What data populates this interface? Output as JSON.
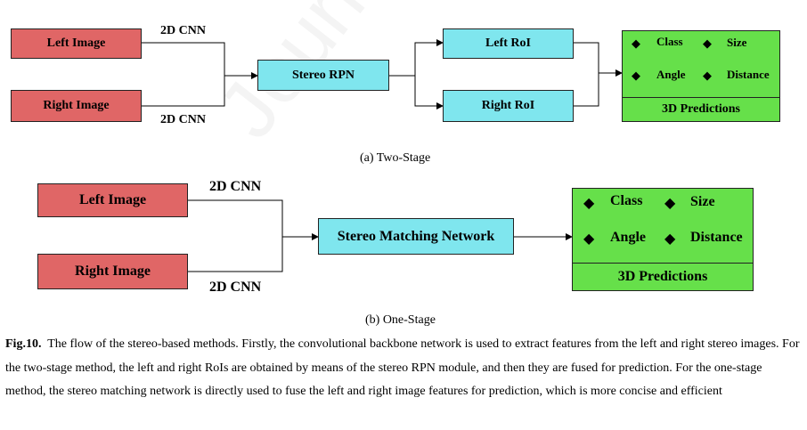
{
  "watermark": "Journal Pre",
  "two_stage": {
    "left_image": "Left Image",
    "right_image": "Right Image",
    "cnn_top": "2D CNN",
    "cnn_bottom": "2D CNN",
    "rpn": "Stereo RPN",
    "left_roi": "Left RoI",
    "right_roi": "Right RoI",
    "predictions": {
      "class": "Class",
      "size": "Size",
      "angle": "Angle",
      "distance": "Distance",
      "footer": "3D Predictions",
      "bullet": "◆"
    },
    "caption": "(a) Two-Stage"
  },
  "one_stage": {
    "left_image": "Left Image",
    "right_image": "Right Image",
    "cnn_top": "2D CNN",
    "cnn_bottom": "2D CNN",
    "matcher": "Stereo Matching Network",
    "predictions": {
      "class": "Class",
      "size": "Size",
      "angle": "Angle",
      "distance": "Distance",
      "footer": "3D Predictions",
      "bullet": "◆"
    },
    "caption": "(b) One-Stage"
  },
  "figure": {
    "label": "Fig.10.",
    "text": "The flow of the stereo-based methods. Firstly, the convolutional backbone network is used to extract features from the left and right stereo images. For the two-stage method, the left and right RoIs are obtained by means of the stereo RPN module, and then they are fused for prediction. For the one-stage method, the stereo matching network is directly used to fuse the left and right image features for prediction, which is more concise and efficient"
  },
  "colors": {
    "image_box": "#e06666",
    "module_box": "#7fe6ee",
    "prediction_box": "#66e04a"
  }
}
